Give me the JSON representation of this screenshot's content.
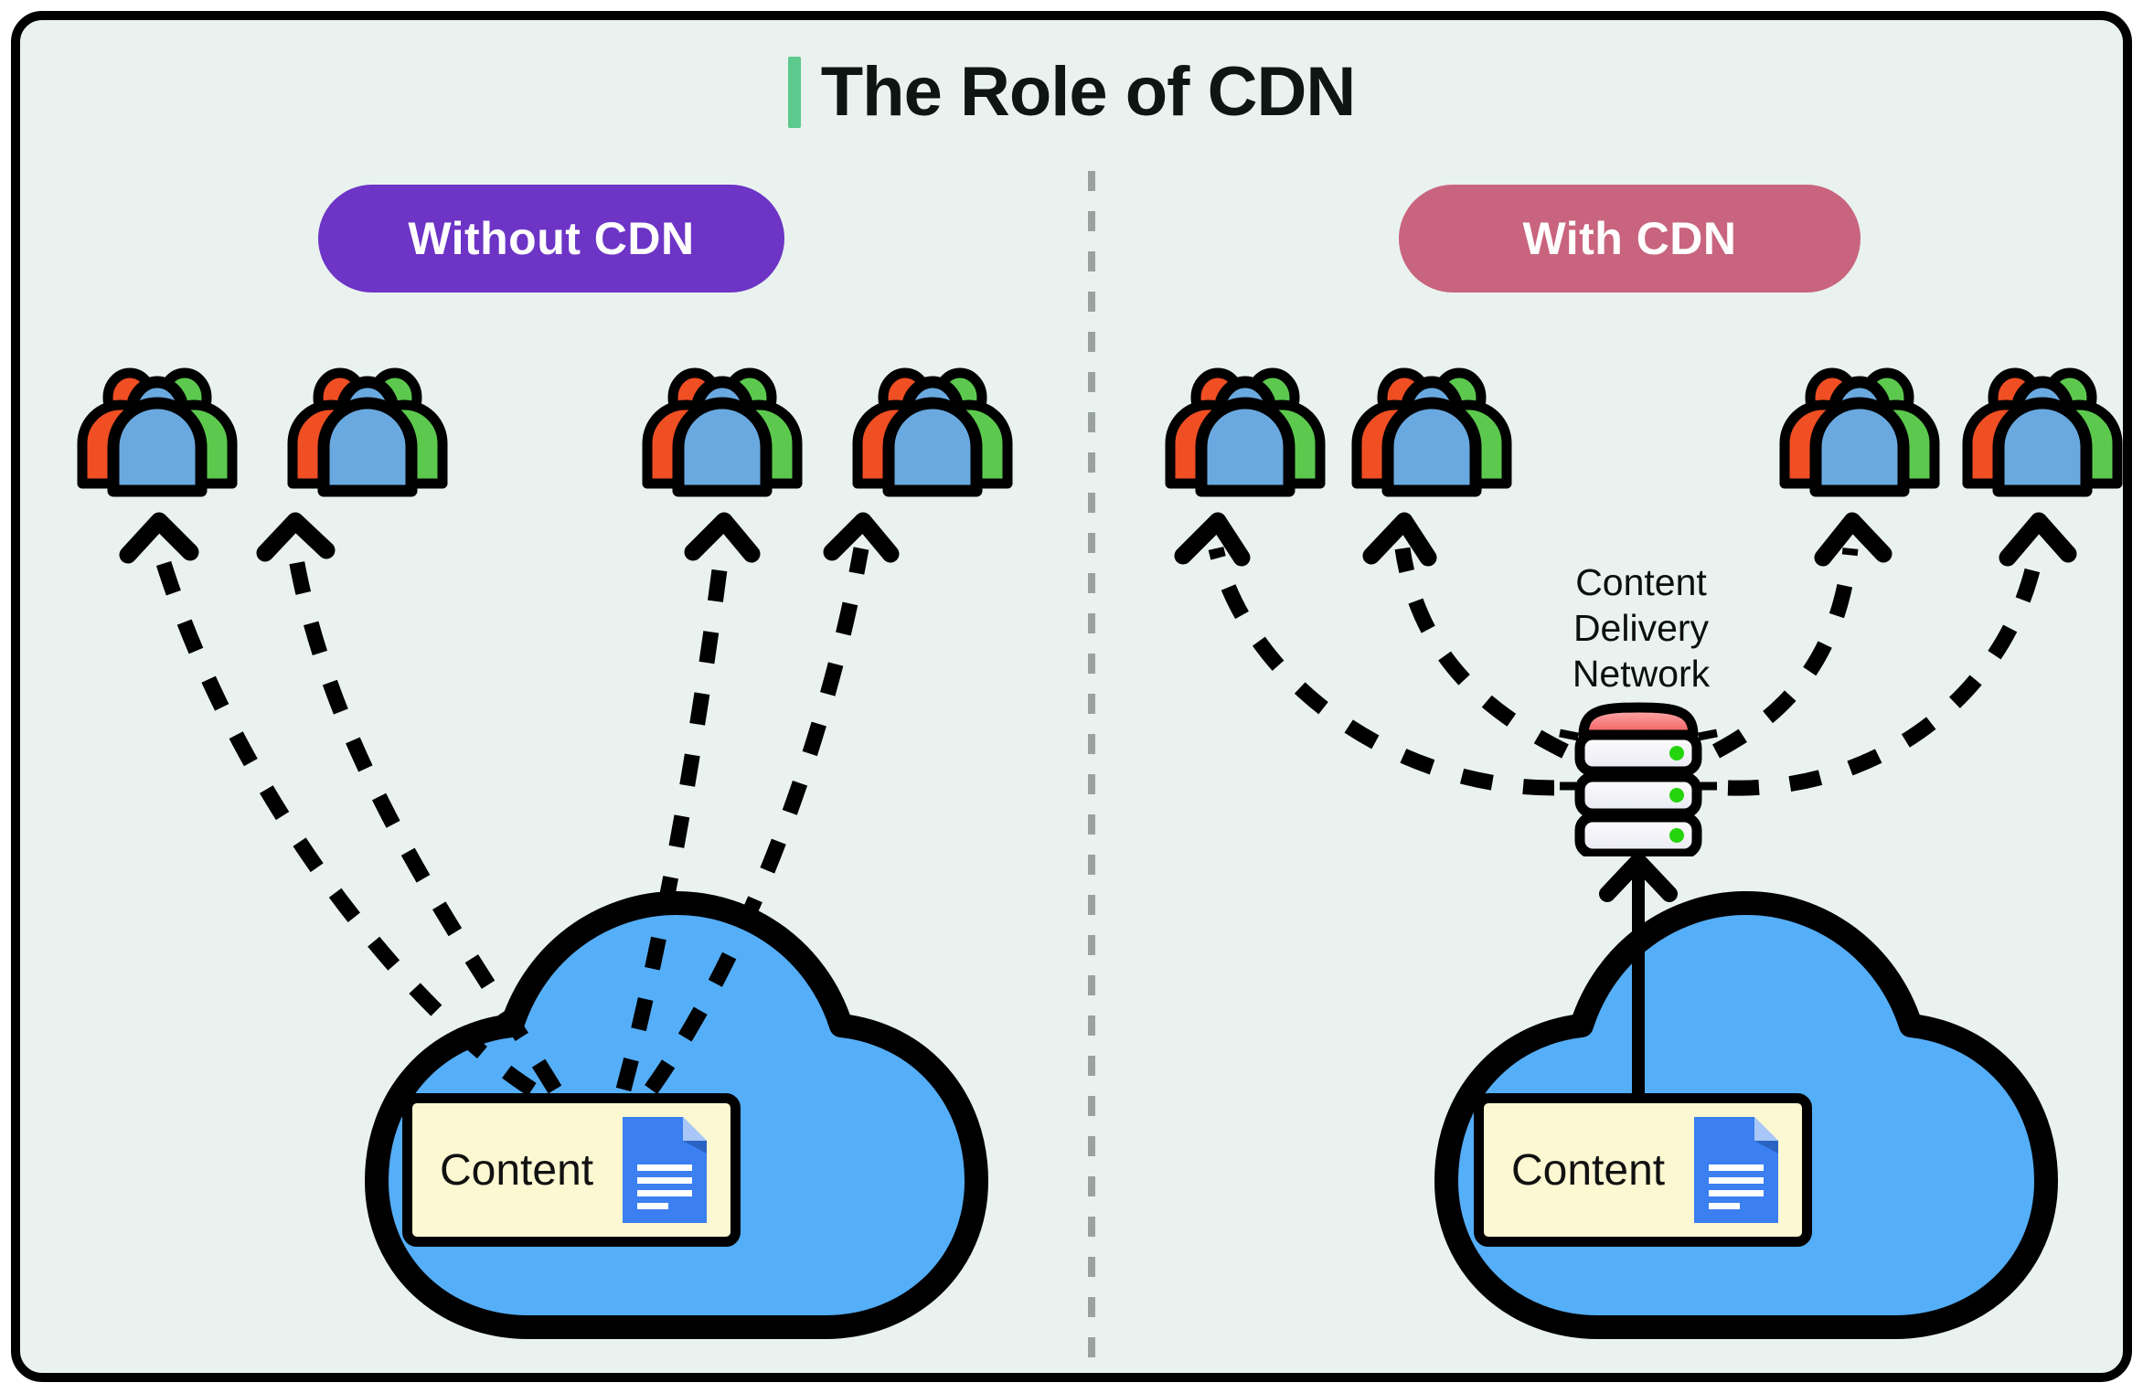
{
  "page": {
    "title": "The Role of CDN",
    "background_color": "#e9f2ef",
    "frame_border_color": "#000000",
    "accent_bar_color": "#5cc98d"
  },
  "divider": {
    "style": "dashed-vertical",
    "color": "#9aa2a0"
  },
  "panels": [
    {
      "id": "without-cdn",
      "badge_label": "Without CDN",
      "badge_color": "#6d34c6",
      "badge_text_color": "#ffffff",
      "users": [
        {
          "name": "user-group-1"
        },
        {
          "name": "user-group-2"
        },
        {
          "name": "user-group-3"
        },
        {
          "name": "user-group-4"
        }
      ],
      "cloud": {
        "fill_color": "#55aef8",
        "outline_color": "#000000",
        "content_box": {
          "label": "Content",
          "fill_color": "#fcf8d2",
          "icon": "document-icon"
        }
      },
      "connections": {
        "style": "dashed-curved-arrow",
        "direction": "cloud-to-users",
        "count": 4
      }
    },
    {
      "id": "with-cdn",
      "badge_label": "With CDN",
      "badge_color": "#c9647e",
      "badge_text_color": "#ffffff",
      "users": [
        {
          "name": "user-group-1"
        },
        {
          "name": "user-group-2"
        },
        {
          "name": "user-group-3"
        },
        {
          "name": "user-group-4"
        }
      ],
      "cdn": {
        "label": "Content\nDelivery\nNetwork",
        "icon": "server-rack-icon",
        "top_color": "#f98b8b",
        "status_dot_color": "#25d40c",
        "rack_count": 3
      },
      "cloud": {
        "fill_color": "#55aef8",
        "outline_color": "#000000",
        "content_box": {
          "label": "Content",
          "fill_color": "#fcf8d2",
          "icon": "document-icon"
        }
      },
      "connections": {
        "style": "dashed-curved-arrow",
        "direction": "cdn-to-users",
        "count": 4,
        "origin_link": {
          "style": "solid-arrow",
          "direction": "cloud-to-cdn"
        }
      }
    }
  ],
  "icons": {
    "user_group": {
      "name": "user-group-icon",
      "person_left_color": "#f04e23",
      "person_right_color": "#5cc94e",
      "person_center_color": "#6aa9e0",
      "outline_color": "#000000"
    },
    "document": {
      "name": "document-icon",
      "page_color": "#3b7ff0",
      "fold_color": "#a8c7f8",
      "line_color": "#ffffff"
    }
  }
}
